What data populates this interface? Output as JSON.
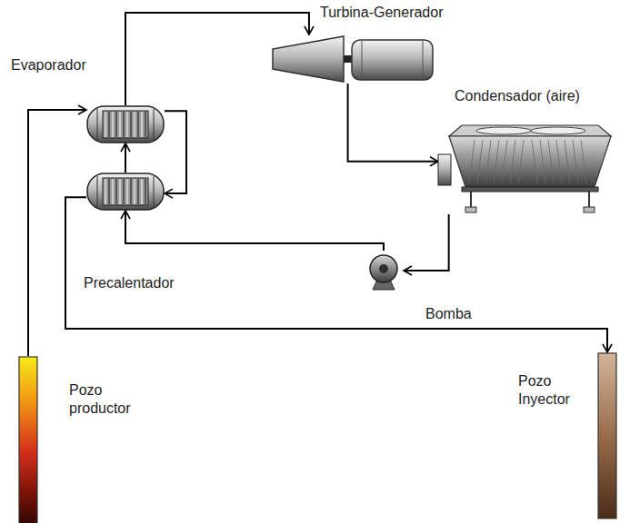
{
  "diagram": {
    "nodes": [
      {
        "text": [
          "Evaporador"
        ]
      },
      {
        "text": [
          "Turbina-Generador"
        ]
      },
      {
        "text": [
          "Condensador (aire)"
        ]
      },
      {
        "text": [
          "Precalentador"
        ]
      },
      {
        "text": [
          "Bomba"
        ]
      },
      {
        "text": [
          "Pozo productor"
        ]
      },
      {
        "text": [
          "Pozo Inyector"
        ]
      }
    ],
    "edges": [
      {
        "from": 5,
        "to": 0,
        "arrow": "to"
      },
      {
        "from": 0,
        "to": 1,
        "arrow": "to"
      },
      {
        "from": 1,
        "to": 2,
        "arrow": "to"
      },
      {
        "from": 2,
        "to": 4,
        "arrow": "to"
      },
      {
        "from": 4,
        "to": 3,
        "arrow": "to"
      },
      {
        "from": 3,
        "to": 0,
        "arrow": "to"
      },
      {
        "from": 0,
        "to": 3,
        "arrow": "to"
      },
      {
        "from": 3,
        "to": 6,
        "arrow": "to"
      }
    ]
  }
}
